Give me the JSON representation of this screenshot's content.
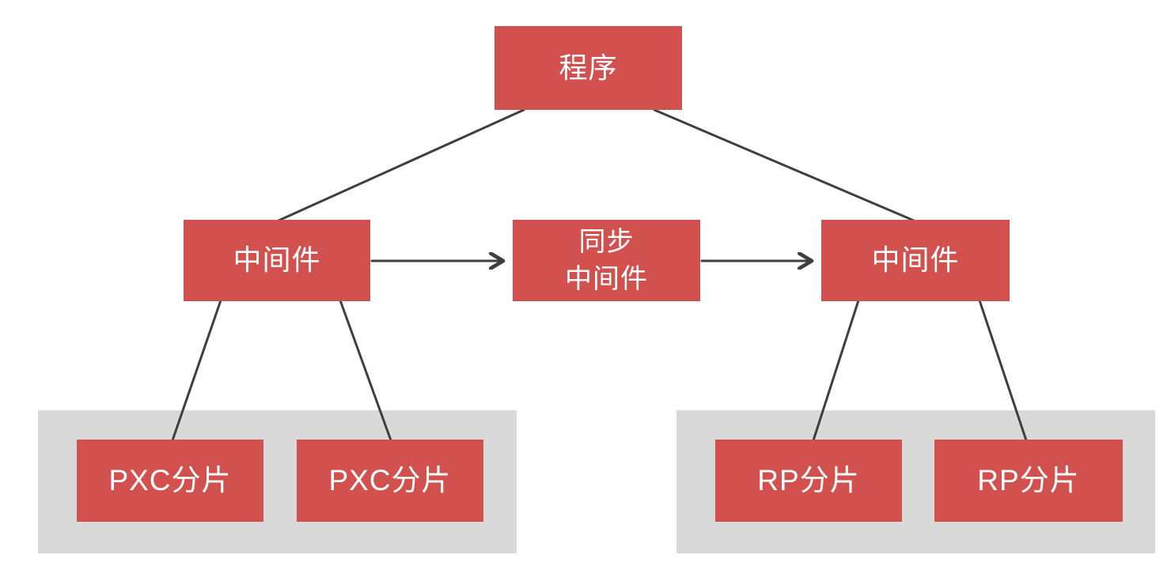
{
  "diagram": {
    "nodes": {
      "program": {
        "label": "程序"
      },
      "middleware_left": {
        "label": "中间件"
      },
      "sync_middleware": {
        "label": "同步\n中间件"
      },
      "middleware_right": {
        "label": "中间件"
      },
      "pxc_shard_1": {
        "label": "PXC分片"
      },
      "pxc_shard_2": {
        "label": "PXC分片"
      },
      "rp_shard_1": {
        "label": "RP分片"
      },
      "rp_shard_2": {
        "label": "RP分片"
      }
    },
    "groups": {
      "pxc_cluster": {
        "contains": [
          "pxc_shard_1",
          "pxc_shard_2"
        ]
      },
      "rp_cluster": {
        "contains": [
          "rp_shard_1",
          "rp_shard_2"
        ]
      }
    },
    "edges": [
      {
        "from": "program",
        "to": "middleware_left",
        "arrow": false
      },
      {
        "from": "program",
        "to": "middleware_right",
        "arrow": false
      },
      {
        "from": "middleware_left",
        "to": "sync_middleware",
        "arrow": true
      },
      {
        "from": "sync_middleware",
        "to": "middleware_right",
        "arrow": true
      },
      {
        "from": "middleware_left",
        "to": "pxc_shard_1",
        "arrow": false
      },
      {
        "from": "middleware_left",
        "to": "pxc_shard_2",
        "arrow": false
      },
      {
        "from": "middleware_right",
        "to": "rp_shard_1",
        "arrow": false
      },
      {
        "from": "middleware_right",
        "to": "rp_shard_2",
        "arrow": false
      }
    ],
    "colors": {
      "node_fill": "#d2504e",
      "group_fill": "#d9d9d9",
      "connector": "#3f3f3f",
      "node_text": "#ffffff",
      "background": "#ffffff"
    }
  }
}
